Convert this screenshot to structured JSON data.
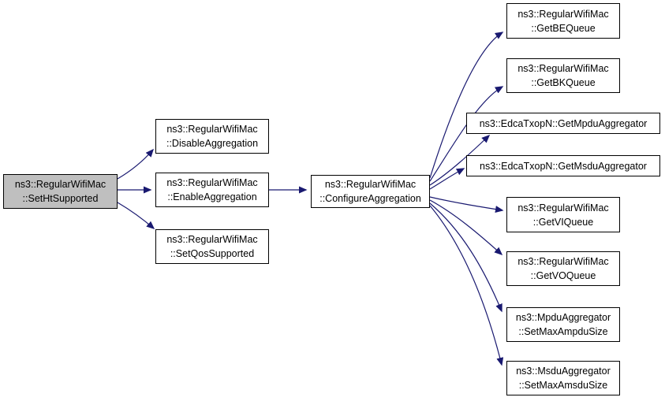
{
  "graph": {
    "type": "doxygen-call-graph",
    "colors": {
      "edge": "#191970",
      "node_border": "#000000",
      "node_fill": "#ffffff",
      "current_node_fill": "#bfbfbf",
      "text": "#000000",
      "background": "#ffffff"
    },
    "nodes": [
      {
        "id": "set-ht-supported",
        "line1": "ns3::RegularWifiMac",
        "line2": "::SetHtSupported",
        "current": true
      },
      {
        "id": "disable-aggregation",
        "line1": "ns3::RegularWifiMac",
        "line2": "::DisableAggregation",
        "current": false
      },
      {
        "id": "enable-aggregation",
        "line1": "ns3::RegularWifiMac",
        "line2": "::EnableAggregation",
        "current": false
      },
      {
        "id": "set-qos-supported",
        "line1": "ns3::RegularWifiMac",
        "line2": "::SetQosSupported",
        "current": false
      },
      {
        "id": "configure-aggregation",
        "line1": "ns3::RegularWifiMac",
        "line2": "::ConfigureAggregation",
        "current": false
      },
      {
        "id": "get-be-queue",
        "line1": "ns3::RegularWifiMac",
        "line2": "::GetBEQueue",
        "current": false
      },
      {
        "id": "get-bk-queue",
        "line1": "ns3::RegularWifiMac",
        "line2": "::GetBKQueue",
        "current": false
      },
      {
        "id": "get-mpdu-aggregator",
        "line1": "ns3::EdcaTxopN::GetMpduAggregator",
        "line2": "",
        "current": false
      },
      {
        "id": "get-msdu-aggregator",
        "line1": "ns3::EdcaTxopN::GetMsduAggregator",
        "line2": "",
        "current": false
      },
      {
        "id": "get-vi-queue",
        "line1": "ns3::RegularWifiMac",
        "line2": "::GetVIQueue",
        "current": false
      },
      {
        "id": "get-vo-queue",
        "line1": "ns3::RegularWifiMac",
        "line2": "::GetVOQueue",
        "current": false
      },
      {
        "id": "set-max-ampdu-size",
        "line1": "ns3::MpduAggregator",
        "line2": "::SetMaxAmpduSize",
        "current": false
      },
      {
        "id": "set-max-amsdu-size",
        "line1": "ns3::MsduAggregator",
        "line2": "::SetMaxAmsduSize",
        "current": false
      }
    ],
    "edges": [
      {
        "from": "set-ht-supported",
        "to": "disable-aggregation"
      },
      {
        "from": "set-ht-supported",
        "to": "enable-aggregation"
      },
      {
        "from": "set-ht-supported",
        "to": "set-qos-supported"
      },
      {
        "from": "enable-aggregation",
        "to": "configure-aggregation"
      },
      {
        "from": "configure-aggregation",
        "to": "get-be-queue"
      },
      {
        "from": "configure-aggregation",
        "to": "get-bk-queue"
      },
      {
        "from": "configure-aggregation",
        "to": "get-mpdu-aggregator"
      },
      {
        "from": "configure-aggregation",
        "to": "get-msdu-aggregator"
      },
      {
        "from": "configure-aggregation",
        "to": "get-vi-queue"
      },
      {
        "from": "configure-aggregation",
        "to": "get-vo-queue"
      },
      {
        "from": "configure-aggregation",
        "to": "set-max-ampdu-size"
      },
      {
        "from": "configure-aggregation",
        "to": "set-max-amsdu-size"
      }
    ]
  }
}
